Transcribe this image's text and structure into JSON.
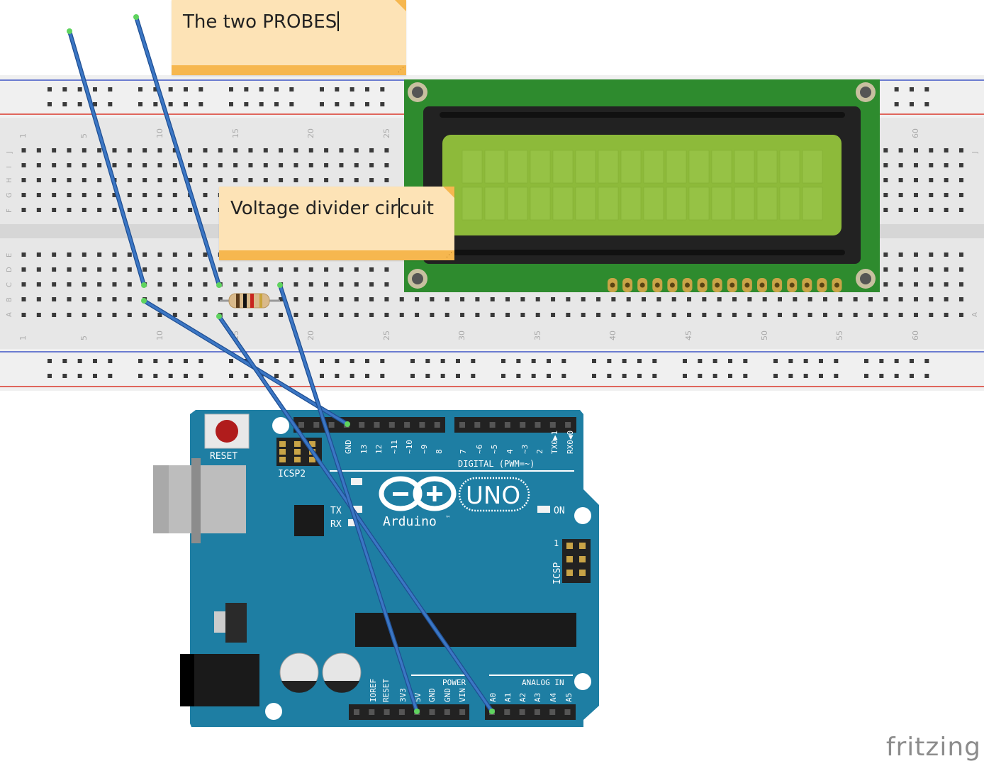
{
  "notes": {
    "probes": {
      "text": "The two PROBES"
    },
    "divider": {
      "text_before_caret": "Voltage divider cir",
      "text_after_caret": "cuit"
    }
  },
  "breadboard": {
    "top_column_numbers": [
      "1",
      "5",
      "10",
      "15",
      "20",
      "25",
      "60"
    ],
    "bottom_column_numbers": [
      "1",
      "5",
      "10",
      "15",
      "20",
      "25",
      "30",
      "35",
      "40",
      "45",
      "50",
      "55",
      "60"
    ],
    "row_letters_top": [
      "J",
      "I",
      "H",
      "G",
      "F"
    ],
    "row_letters_bottom": [
      "E",
      "D",
      "C",
      "B",
      "A"
    ]
  },
  "arduino": {
    "reset_label": "RESET",
    "icsp2_label": "ICSP2",
    "icsp_label": "ICSP",
    "icsp_pin1": "1",
    "digital_label": "DIGITAL (PWM=~)",
    "digital_pins": [
      "GND",
      "13",
      "12",
      "~11",
      "~10",
      "~9",
      "8",
      "7",
      "~6",
      "~5",
      "4",
      "~3",
      "2",
      "TX0▶1",
      "RX0◀0"
    ],
    "tx_label": "TX",
    "rx_label": "RX",
    "on_label": "ON",
    "brand": "Arduino",
    "trademark": "™",
    "model": "UNO",
    "power_label": "POWER",
    "power_pins": [
      "IOREF",
      "RESET",
      "3V3",
      "5V",
      "GND",
      "GND",
      "VIN"
    ],
    "analog_label": "ANALOG IN",
    "analog_pins": [
      "A0",
      "A1",
      "A2",
      "A3",
      "A4",
      "A5"
    ]
  },
  "colors": {
    "wire": "#3b76c4",
    "wire_dark": "#1f4f93",
    "board_teal": "#1e7ea3",
    "lcd_pcb": "#2e8b2e",
    "lcd_screen": "#8dba3a",
    "rail_red": "#d9392b",
    "rail_blue": "#3f55c5"
  },
  "watermark": "fritzing"
}
